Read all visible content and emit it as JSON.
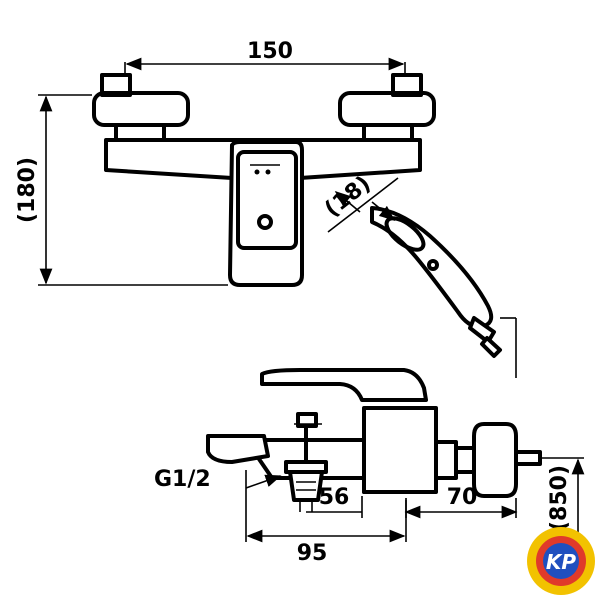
{
  "dimensions": {
    "top_width": "150",
    "height": "(180)",
    "hose_diameter": "(18)",
    "thread": "G1/2",
    "offset_56": "56",
    "offset_70": "70",
    "depth": "95",
    "mount_height": "(850)"
  },
  "logo": {
    "text": "KP",
    "colors": {
      "outer": "#f2c200",
      "ring": "#e03a2a",
      "inner": "#1f4fbf",
      "text": "#ffffff"
    }
  }
}
